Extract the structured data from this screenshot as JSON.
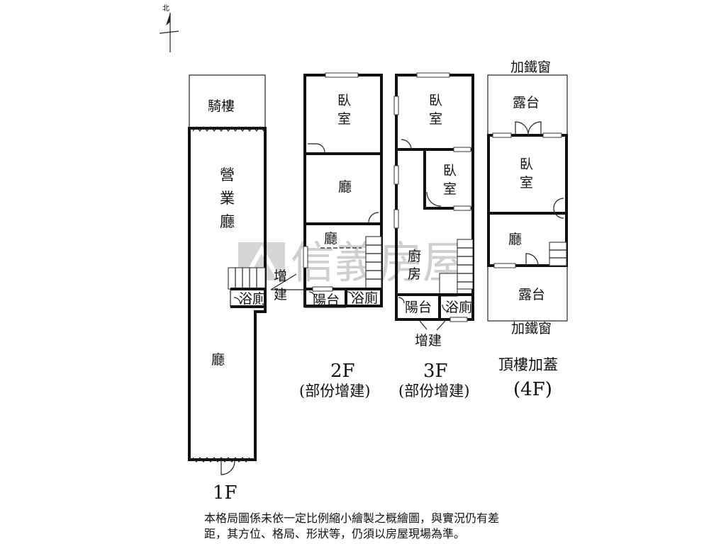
{
  "compass": {
    "north_label": "北"
  },
  "watermark": {
    "brand": "信義房屋"
  },
  "floor_1": {
    "arcade": "騎樓",
    "shop_hall": [
      "營",
      "業",
      "廳"
    ],
    "bathroom": "浴廁",
    "extension": [
      "增",
      "建"
    ],
    "hall": "廳",
    "floor_label": "1F"
  },
  "floor_2": {
    "bedroom": [
      "臥",
      "室"
    ],
    "living": "廳",
    "hall": "廳",
    "balcony": "陽台",
    "bathroom": "浴廁",
    "floor_label": "2F",
    "sub_label": "(部份增建)"
  },
  "floor_3": {
    "bedroom_front": [
      "臥",
      "室"
    ],
    "bedroom_mid": [
      "臥",
      "室"
    ],
    "kitchen": [
      "廚",
      "房"
    ],
    "balcony": "陽台",
    "bathroom": "浴廁",
    "extension": "增建",
    "floor_label": "3F",
    "sub_label": "(部份增建)"
  },
  "floor_4": {
    "iron_window_top": "加鐵窗",
    "terrace_top": "露台",
    "bedroom": [
      "臥",
      "室"
    ],
    "hall": "廳",
    "terrace_bottom": "露台",
    "iron_window_bottom": "加鐵窗",
    "floor_label": "頂樓加蓋",
    "sub_label": "(4F)"
  },
  "disclaimer": {
    "line1": "本格局圖係未依一定比例縮小繪製之概繪圖，與實況仍有差",
    "line2": "距，其方位、格局、形狀等，仍須以房屋現場為準。"
  }
}
